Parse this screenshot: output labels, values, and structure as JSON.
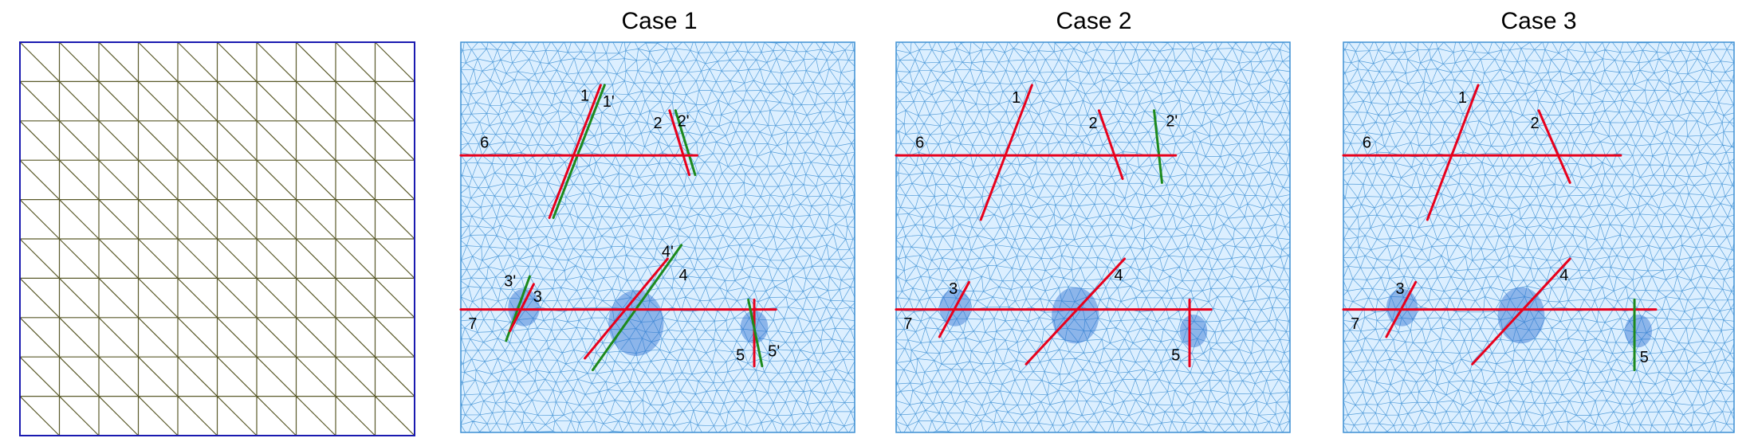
{
  "colors": {
    "grid_frame": "#1a1ab0",
    "grid_lines": "#5a5a2a",
    "mesh_fill": "#dcefff",
    "mesh_lines": "#3d8fd4",
    "mesh_dense": "#2a6fd0",
    "red": "#e8001c",
    "green": "#1d8a1d"
  },
  "panels": [
    {
      "id": "grid",
      "title": "",
      "kind": "structured-grid",
      "divisions": 10
    },
    {
      "id": "case1",
      "title": "Case 1",
      "kind": "mesh",
      "lines": [
        {
          "label": "1",
          "color": "red",
          "p1": [
            0.225,
            0.45
          ],
          "p2": [
            0.355,
            0.11
          ],
          "label_at": [
            0.315,
            0.15
          ]
        },
        {
          "label": "1'",
          "color": "green",
          "p1": [
            0.235,
            0.45
          ],
          "p2": [
            0.365,
            0.11
          ],
          "label_at": [
            0.375,
            0.165
          ]
        },
        {
          "label": "2",
          "color": "red",
          "p1": [
            0.53,
            0.175
          ],
          "p2": [
            0.58,
            0.34
          ],
          "label_at": [
            0.5,
            0.22
          ]
        },
        {
          "label": "2'",
          "color": "green",
          "p1": [
            0.545,
            0.175
          ],
          "p2": [
            0.595,
            0.34
          ],
          "label_at": [
            0.565,
            0.215
          ]
        },
        {
          "label": "6",
          "color": "red",
          "p1": [
            0.0,
            0.29
          ],
          "p2": [
            0.6,
            0.29
          ],
          "label_at": [
            0.06,
            0.27
          ]
        },
        {
          "label": "4'",
          "color": "green",
          "p1": [
            0.335,
            0.84
          ],
          "p2": [
            0.56,
            0.52
          ],
          "label_at": [
            0.525,
            0.55
          ]
        },
        {
          "label": "4",
          "color": "red",
          "p1": [
            0.315,
            0.81
          ],
          "p2": [
            0.525,
            0.555
          ],
          "label_at": [
            0.565,
            0.61
          ]
        },
        {
          "label": "3'",
          "color": "green",
          "p1": [
            0.115,
            0.765
          ],
          "p2": [
            0.175,
            0.6
          ],
          "label_at": [
            0.125,
            0.625
          ]
        },
        {
          "label": "3",
          "color": "red",
          "p1": [
            0.125,
            0.74
          ],
          "p2": [
            0.185,
            0.62
          ],
          "label_at": [
            0.195,
            0.665
          ]
        },
        {
          "label": "7",
          "color": "red",
          "p1": [
            0.0,
            0.685
          ],
          "p2": [
            0.8,
            0.685
          ],
          "label_at": [
            0.03,
            0.735
          ]
        },
        {
          "label": "5",
          "color": "red",
          "p1": [
            0.745,
            0.66
          ],
          "p2": [
            0.745,
            0.83
          ],
          "label_at": [
            0.71,
            0.815
          ]
        },
        {
          "label": "5'",
          "color": "green",
          "p1": [
            0.73,
            0.66
          ],
          "p2": [
            0.765,
            0.83
          ],
          "label_at": [
            0.795,
            0.805
          ]
        }
      ],
      "dense": [
        [
          0.445,
          0.72,
          0.07
        ],
        [
          0.16,
          0.68,
          0.04
        ],
        [
          0.745,
          0.73,
          0.035
        ]
      ]
    },
    {
      "id": "case2",
      "title": "Case 2",
      "kind": "mesh",
      "lines": [
        {
          "label": "1",
          "color": "red",
          "p1": [
            0.215,
            0.455
          ],
          "p2": [
            0.345,
            0.11
          ],
          "label_at": [
            0.305,
            0.155
          ]
        },
        {
          "label": "2",
          "color": "red",
          "p1": [
            0.515,
            0.175
          ],
          "p2": [
            0.575,
            0.35
          ],
          "label_at": [
            0.5,
            0.22
          ]
        },
        {
          "label": "2'",
          "color": "green",
          "p1": [
            0.655,
            0.175
          ],
          "p2": [
            0.675,
            0.36
          ],
          "label_at": [
            0.7,
            0.215
          ]
        },
        {
          "label": "6",
          "color": "red",
          "p1": [
            0.0,
            0.29
          ],
          "p2": [
            0.71,
            0.29
          ],
          "label_at": [
            0.06,
            0.27
          ]
        },
        {
          "label": "4",
          "color": "red",
          "p1": [
            0.33,
            0.825
          ],
          "p2": [
            0.58,
            0.555
          ],
          "label_at": [
            0.565,
            0.61
          ]
        },
        {
          "label": "3",
          "color": "red",
          "p1": [
            0.11,
            0.755
          ],
          "p2": [
            0.185,
            0.615
          ],
          "label_at": [
            0.145,
            0.645
          ]
        },
        {
          "label": "7",
          "color": "red",
          "p1": [
            0.0,
            0.685
          ],
          "p2": [
            0.8,
            0.685
          ],
          "label_at": [
            0.03,
            0.735
          ]
        },
        {
          "label": "5",
          "color": "red",
          "p1": [
            0.745,
            0.66
          ],
          "p2": [
            0.745,
            0.83
          ],
          "label_at": [
            0.71,
            0.815
          ]
        }
      ],
      "dense": [
        [
          0.455,
          0.7,
          0.06
        ],
        [
          0.15,
          0.68,
          0.04
        ],
        [
          0.755,
          0.74,
          0.035
        ]
      ]
    },
    {
      "id": "case3",
      "title": "Case 3",
      "kind": "mesh",
      "lines": [
        {
          "label": "1",
          "color": "red",
          "p1": [
            0.215,
            0.455
          ],
          "p2": [
            0.345,
            0.11
          ],
          "label_at": [
            0.305,
            0.155
          ]
        },
        {
          "label": "2",
          "color": "red",
          "p1": [
            0.5,
            0.175
          ],
          "p2": [
            0.58,
            0.36
          ],
          "label_at": [
            0.49,
            0.22
          ]
        },
        {
          "label": "6",
          "color": "red",
          "p1": [
            0.0,
            0.29
          ],
          "p2": [
            0.71,
            0.29
          ],
          "label_at": [
            0.06,
            0.27
          ]
        },
        {
          "label": "4",
          "color": "red",
          "p1": [
            0.33,
            0.825
          ],
          "p2": [
            0.58,
            0.555
          ],
          "label_at": [
            0.565,
            0.61
          ]
        },
        {
          "label": "3",
          "color": "red",
          "p1": [
            0.11,
            0.755
          ],
          "p2": [
            0.185,
            0.615
          ],
          "label_at": [
            0.145,
            0.645
          ]
        },
        {
          "label": "7",
          "color": "red",
          "p1": [
            0.0,
            0.685
          ],
          "p2": [
            0.8,
            0.685
          ],
          "label_at": [
            0.03,
            0.735
          ]
        },
        {
          "label": "5",
          "color": "green",
          "p1": [
            0.745,
            0.66
          ],
          "p2": [
            0.745,
            0.84
          ],
          "label_at": [
            0.77,
            0.82
          ]
        }
      ],
      "dense": [
        [
          0.455,
          0.7,
          0.06
        ],
        [
          0.15,
          0.68,
          0.04
        ],
        [
          0.755,
          0.74,
          0.035
        ]
      ]
    }
  ]
}
